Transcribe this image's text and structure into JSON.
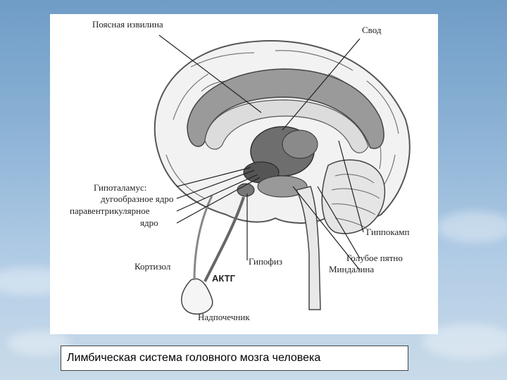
{
  "diagram": {
    "labels": {
      "cingulate_gyrus": "Поясная извилина",
      "fornix": "Свод",
      "hypothalamus_1": "Гипоталамус:",
      "hypothalamus_2": "дугообразное ядро",
      "hypothalamus_3": "паравентрикулярное",
      "hypothalamus_4": "ядро",
      "hippocampus": "Гиппокамп",
      "locus_coeruleus": "Голубое пятно",
      "amygdala": "Миндалина",
      "pituitary": "Гипофиз",
      "cortisol": "Кортизол",
      "acth": "АКТГ",
      "adrenal": "Надпочечник"
    }
  },
  "caption": "Лимбическая система головного мозга человека"
}
